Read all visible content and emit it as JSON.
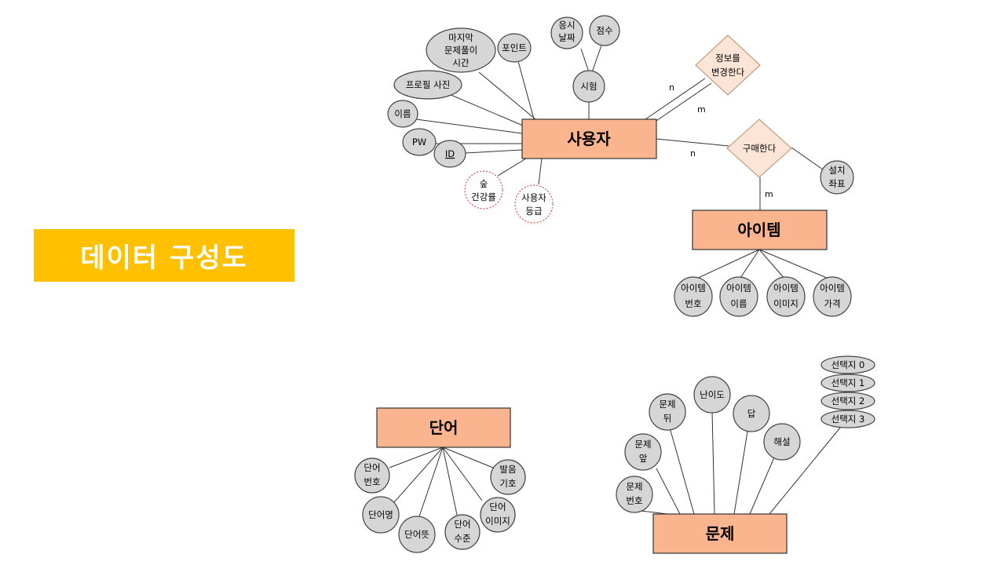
{
  "title": "데이터 구성도",
  "colors": {
    "banner": "#FFC000",
    "entity": "#FBB58E",
    "attribute": "#D6D6D6",
    "relationship": "#FCE4D6",
    "derived_border": "#D9534F"
  },
  "entities": {
    "user": "사용자",
    "item": "아이템",
    "word": "단어",
    "problem": "문제"
  },
  "relationships": {
    "change_info": [
      "정보를",
      "변경한다"
    ],
    "purchase": [
      "구매한다"
    ]
  },
  "cardinality": {
    "n": "n",
    "m": "m"
  },
  "user_attributes": {
    "last_solve": [
      "마지막",
      "문제풀이",
      "시간"
    ],
    "point": [
      "포인트"
    ],
    "profile": [
      "프로필 사진"
    ],
    "name": [
      "이름"
    ],
    "pw": [
      "PW"
    ],
    "id": [
      "ID"
    ],
    "health": [
      "숲",
      "건강률"
    ],
    "grade": [
      "사용자",
      "등급"
    ],
    "exam": [
      "시험"
    ],
    "exam_date": [
      "응시",
      "날짜"
    ],
    "score": [
      "점수"
    ]
  },
  "purchase_attributes": {
    "coords": [
      "설치",
      "좌표"
    ]
  },
  "item_attributes": {
    "number": [
      "아이템",
      "번호"
    ],
    "name": [
      "아이템",
      "이름"
    ],
    "image": [
      "아이템",
      "이미지"
    ],
    "price": [
      "아이템",
      "가격"
    ]
  },
  "word_attributes": {
    "number": [
      "단어",
      "번호"
    ],
    "name": [
      "단어명"
    ],
    "meaning": [
      "단어뜻"
    ],
    "level": [
      "단어",
      "수준"
    ],
    "image": [
      "단어",
      "이미지"
    ],
    "pronunciation": [
      "발음",
      "기호"
    ]
  },
  "problem_attributes": {
    "number": [
      "문제",
      "번호"
    ],
    "front": [
      "문제",
      "앞"
    ],
    "back": [
      "문제",
      "뒤"
    ],
    "difficulty": [
      "난이도"
    ],
    "answer": [
      "답"
    ],
    "explanation": [
      "해설"
    ],
    "choice0": [
      "선택지 0"
    ],
    "choice1": [
      "선택지 1"
    ],
    "choice2": [
      "선택지 2"
    ],
    "choice3": [
      "선택지 3"
    ]
  }
}
